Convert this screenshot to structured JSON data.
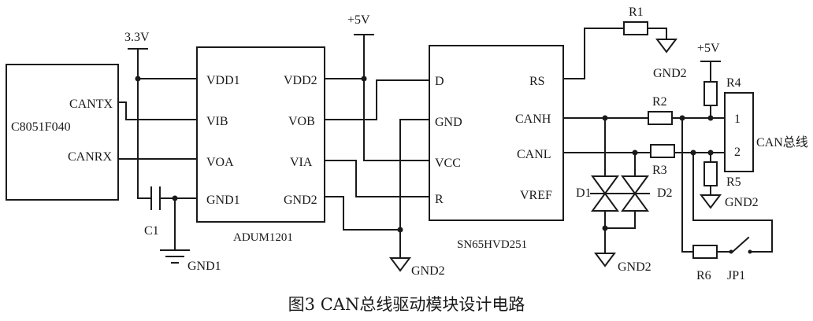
{
  "caption": "图3 CAN总线驱动模块设计电路",
  "mcu": {
    "name": "C8051F040",
    "pins": {
      "tx": "CANTX",
      "rx": "CANRX"
    }
  },
  "isolator": {
    "name": "ADUM1201",
    "pins": {
      "vdd1": "VDD1",
      "vib": "VIB",
      "voa": "VOA",
      "gnd1": "GND1",
      "vdd2": "VDD2",
      "vob": "VOB",
      "via": "VIA",
      "gnd2": "GND2"
    }
  },
  "transceiver": {
    "name": "SN65HVD251",
    "pins": {
      "d": "D",
      "gnd": "GND",
      "vcc": "VCC",
      "r": "R",
      "rs": "RS",
      "canh": "CANH",
      "canl": "CANL",
      "vref": "VREF"
    }
  },
  "power": {
    "v33": "3.3V",
    "v5a": "+5V",
    "v5b": "+5V"
  },
  "grounds": {
    "g1": "GND1",
    "g2a": "GND2",
    "g2b": "GND2",
    "g2c": "GND2",
    "g2d": "GND2"
  },
  "components": {
    "c1": "C1",
    "r1": "R1",
    "r2": "R2",
    "r3": "R3",
    "r4": "R4",
    "r5": "R5",
    "r6": "R6",
    "d1": "D1",
    "d2": "D2",
    "jp1": "JP1"
  },
  "connector": {
    "pin1": "1",
    "pin2": "2",
    "label": "CAN总线"
  }
}
